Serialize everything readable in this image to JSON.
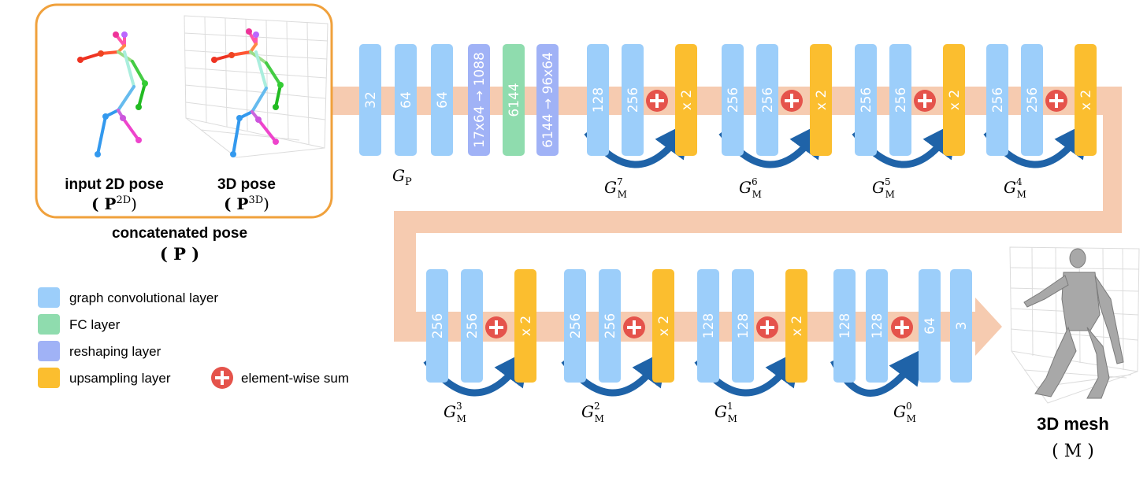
{
  "colors": {
    "graph_conv": "#9ccefa",
    "fc": "#8fdcae",
    "reshape": "#a0b2f6",
    "upsample": "#fbbe2f",
    "flow": "#f6cbb0",
    "arc": "#1f63a8",
    "sum": "#e5534b",
    "frame": "#f0a13c"
  },
  "pose_panel": {
    "input_label": "input 2D pose",
    "input_symbol": "( P",
    "input_sup": "2D",
    "input_close": ")",
    "pose3d_label": "3D pose",
    "pose3d_symbol": "( P",
    "pose3d_sup": "3D",
    "pose3d_close": ")",
    "concat_label": "concatenated pose",
    "concat_symbol": "( P )"
  },
  "encoder": {
    "label": "G",
    "label_sub": "P",
    "blocks": [
      {
        "kind": "graph_conv",
        "text": "32"
      },
      {
        "kind": "graph_conv",
        "text": "64"
      },
      {
        "kind": "graph_conv",
        "text": "64"
      },
      {
        "kind": "reshape",
        "text": "17x64 → 1088"
      },
      {
        "kind": "fc",
        "text": "6144"
      },
      {
        "kind": "reshape",
        "text": "6144 → 96x64"
      }
    ]
  },
  "row1_modules": [
    {
      "label": "G",
      "sup": "7",
      "sub": "M",
      "b1": "128",
      "b2": "256",
      "up": "x 2"
    },
    {
      "label": "G",
      "sup": "6",
      "sub": "M",
      "b1": "256",
      "b2": "256",
      "up": "x 2"
    },
    {
      "label": "G",
      "sup": "5",
      "sub": "M",
      "b1": "256",
      "b2": "256",
      "up": "x 2"
    },
    {
      "label": "G",
      "sup": "4",
      "sub": "M",
      "b1": "256",
      "b2": "256",
      "up": "x 2"
    }
  ],
  "row2_modules": [
    {
      "label": "G",
      "sup": "3",
      "sub": "M",
      "b1": "256",
      "b2": "256",
      "up": "x 2"
    },
    {
      "label": "G",
      "sup": "2",
      "sub": "M",
      "b1": "256",
      "b2": "256",
      "up": "x 2"
    },
    {
      "label": "G",
      "sup": "1",
      "sub": "M",
      "b1": "128",
      "b2": "128",
      "up": "x 2"
    }
  ],
  "final_module": {
    "label": "G",
    "sup": "0",
    "sub": "M",
    "b1": "128",
    "b2": "128",
    "b3": "64",
    "b4": "3"
  },
  "legend": {
    "graph_conv": "graph convolutional layer",
    "fc": "FC layer",
    "reshape": "reshaping layer",
    "upsample": "upsampling layer",
    "sum": "element-wise sum"
  },
  "output": {
    "label": "3D mesh",
    "symbol": "( M )"
  }
}
